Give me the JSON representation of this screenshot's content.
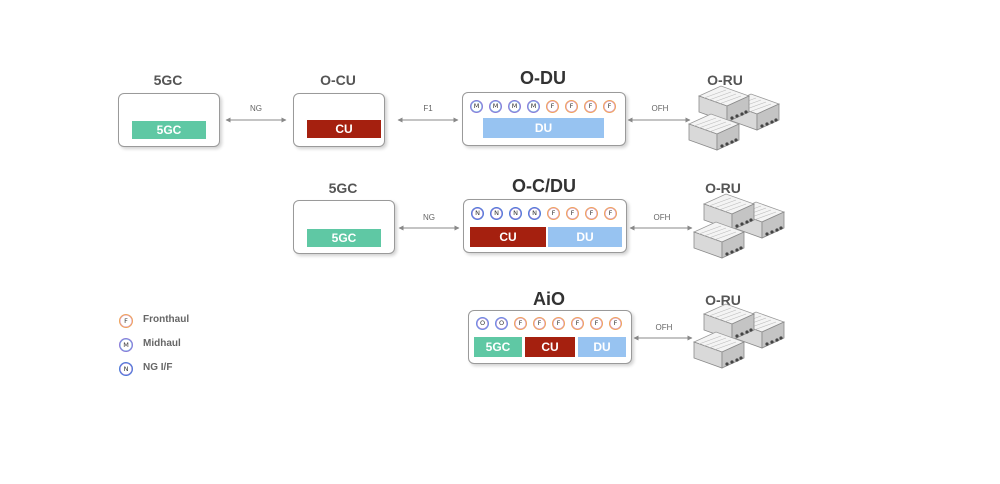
{
  "row1": {
    "core_title": "5GC",
    "core_block": "5GC",
    "cu_title": "O-CU",
    "cu_block": "CU",
    "du_title": "O-DU",
    "du_block": "DU",
    "du_ports": [
      "M",
      "M",
      "M",
      "M",
      "F",
      "F",
      "F",
      "F"
    ],
    "ru_title": "O-RU",
    "link_ng": "NG",
    "link_f1": "F1",
    "link_ofh": "OFH"
  },
  "row2": {
    "core_title": "5GC",
    "core_block": "5GC",
    "cdu_title": "O-C/DU",
    "cu_block": "CU",
    "du_block": "DU",
    "cdu_ports": [
      "N",
      "N",
      "N",
      "N",
      "F",
      "F",
      "F",
      "F"
    ],
    "ru_title": "O-RU",
    "link_ng": "NG",
    "link_ofh": "OFH"
  },
  "row3": {
    "aio_title": "AiO",
    "core_block": "5GC",
    "cu_block": "CU",
    "du_block": "DU",
    "aio_ports": [
      "O",
      "O",
      "F",
      "F",
      "F",
      "F",
      "F",
      "F"
    ],
    "ru_title": "O-RU",
    "link_ofh": "OFH"
  },
  "legend": [
    {
      "symbol": "F",
      "label": "Fronthaul"
    },
    {
      "symbol": "M",
      "label": "Midhaul"
    },
    {
      "symbol": "N",
      "label": "NG I/F"
    }
  ],
  "colors": {
    "core": "#5fc8a4",
    "cu": "#a5200f",
    "du": "#97c3f1"
  }
}
